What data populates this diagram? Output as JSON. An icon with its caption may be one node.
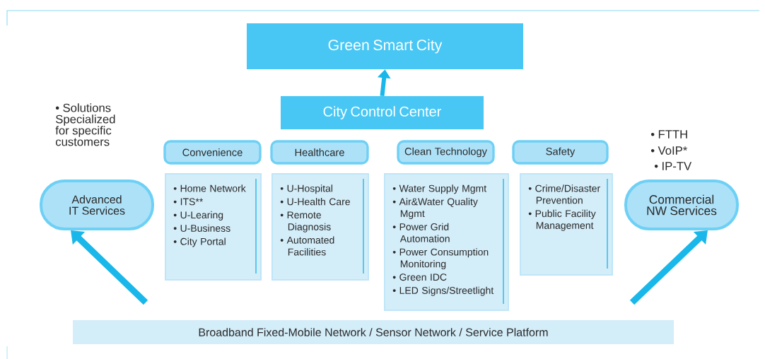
{
  "diagram": {
    "nodes": [
      {
        "text": [
          "Green Smart City"
        ]
      },
      {
        "text": [
          "City Control Center"
        ]
      },
      {
        "text": [
          "Advanced IT Services"
        ],
        "beside": [
          "• Solutions Specialized for specific customers"
        ]
      },
      {
        "text": [
          "Convenience"
        ]
      },
      {
        "text": [
          "• Home Network",
          "• ITS**",
          "• U-Learing",
          "• U-Business",
          "• City Portal"
        ]
      },
      {
        "text": [
          "Healthcare"
        ]
      },
      {
        "text": [
          "• U-Hospital",
          "• U-Health Care",
          "• Remote Diagnosis",
          "• Automated Facilities"
        ]
      },
      {
        "text": [
          "Clean Technology"
        ]
      },
      {
        "text": [
          "• Water Supply Mgmt",
          "• Air&Water Quality Mgmt",
          "• Power Grid Automation",
          "• Power Consumption Monitoring",
          "• Green IDC",
          "• LED Signs/Streetlight"
        ]
      },
      {
        "text": [
          "Safety"
        ]
      },
      {
        "text": [
          "• Crime/Disaster Prevention",
          "• Public Facility Management"
        ]
      },
      {
        "text": [
          "Commercial NW Services"
        ],
        "beside": [
          "• FTTH",
          "• VoIP*",
          "• IP-TV"
        ]
      },
      {
        "text": [
          "Broadband Fixed-Mobile Network / Sensor Network / Service Platform"
        ]
      }
    ],
    "edges": [
      {
        "from": 1,
        "to": 0,
        "arrow": "to"
      },
      {
        "from": null,
        "to": 2,
        "arrow": "to"
      },
      {
        "from": null,
        "to": 11,
        "arrow": "to"
      }
    ]
  }
}
